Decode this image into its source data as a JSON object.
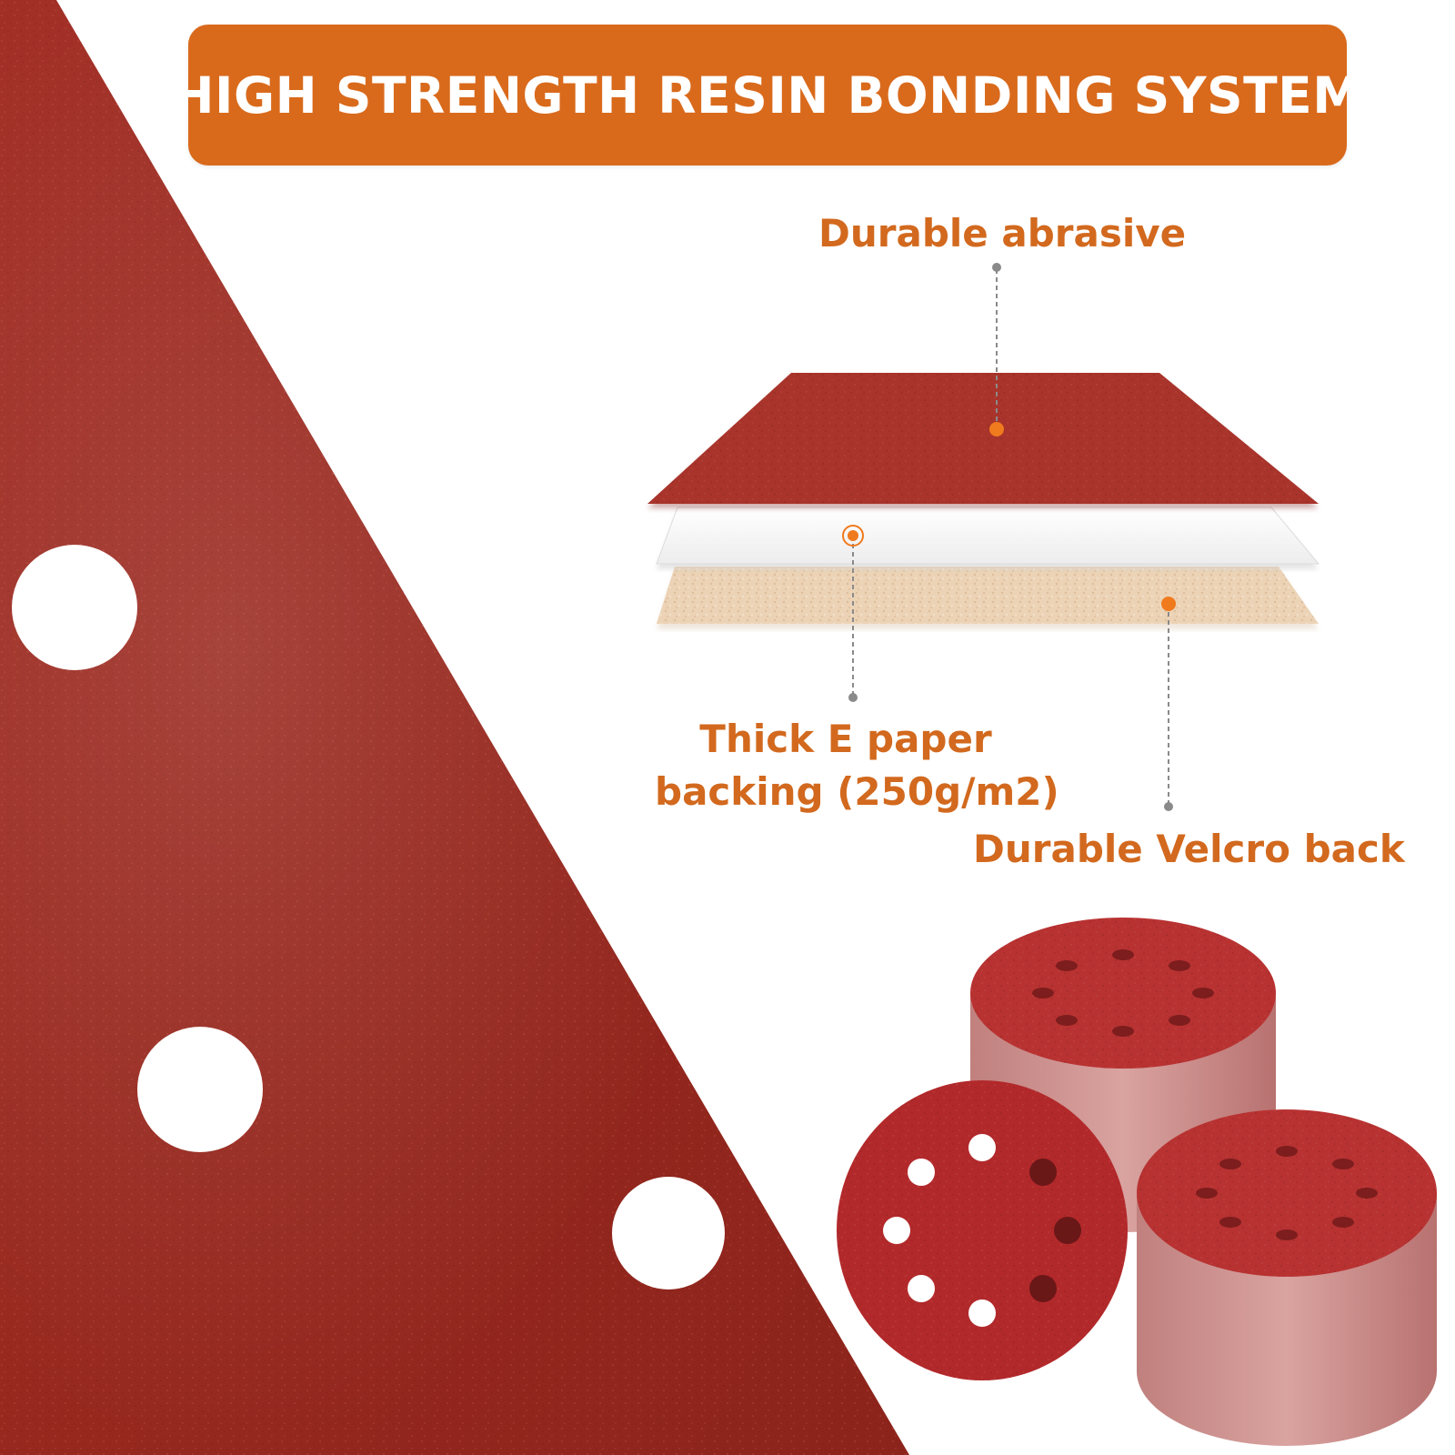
{
  "banner": {
    "title": "HIGH STRENGTH RESIN BONDING SYSTEM"
  },
  "callouts": {
    "abrasive": "Durable abrasive",
    "paper_line1": "Thick E paper",
    "paper_line2": "backing (250g/m2)",
    "velcro": "Durable Velcro back"
  },
  "colors": {
    "accent_orange": "#d96a1c",
    "callout_text": "#d2691e",
    "sheet_red": "#9a2a22",
    "disc_red": "#b52b2b",
    "backing_tan": "#ecd3b6",
    "leader_gray": "#8a8a8a"
  }
}
